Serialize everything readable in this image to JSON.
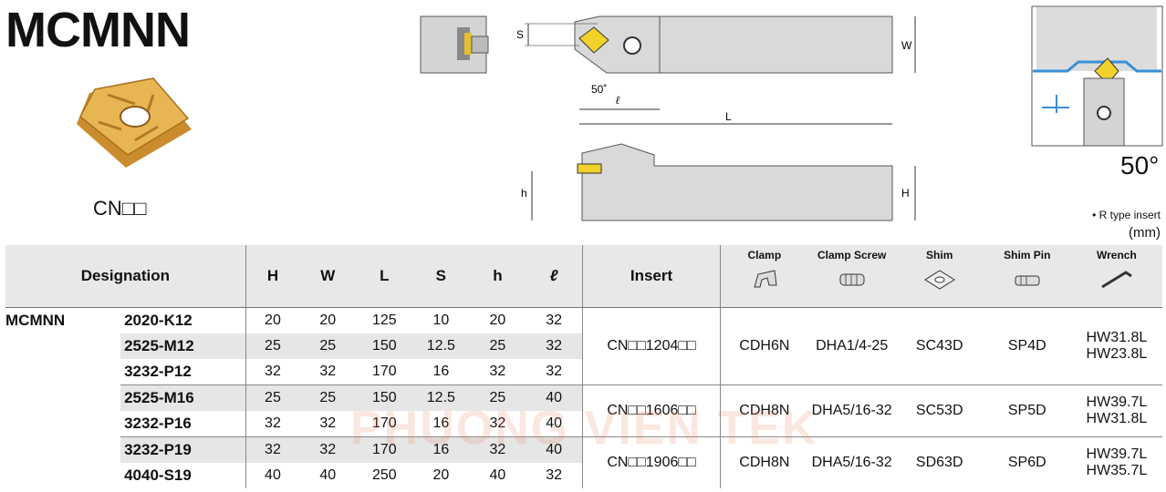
{
  "title": "MCMNN",
  "insert_label": "CN□□",
  "drawing": {
    "s": "S",
    "w": "W",
    "angle": "50˚",
    "l_small": "ℓ",
    "l_big": "L",
    "h_small": "h",
    "h_big": "H"
  },
  "angle_label": "50°",
  "note": "• R type insert",
  "unit": "(mm)",
  "watermark": "PHUONG VIEN TEK",
  "headers": {
    "designation": "Designation",
    "H": "H",
    "W": "W",
    "L": "L",
    "S": "S",
    "h": "h",
    "l": "ℓ",
    "insert": "Insert",
    "clamp": "Clamp",
    "clamp_screw": "Clamp Screw",
    "shim": "Shim",
    "shim_pin": "Shim Pin",
    "wrench": "Wrench"
  },
  "series": "MCMNN",
  "rows": [
    {
      "model": "2020-K12",
      "H": "20",
      "W": "20",
      "L": "125",
      "S": "10",
      "h": "20",
      "l": "32"
    },
    {
      "model": "2525-M12",
      "H": "25",
      "W": "25",
      "L": "150",
      "S": "12.5",
      "h": "25",
      "l": "32"
    },
    {
      "model": "3232-P12",
      "H": "32",
      "W": "32",
      "L": "170",
      "S": "16",
      "h": "32",
      "l": "32"
    },
    {
      "model": "2525-M16",
      "H": "25",
      "W": "25",
      "L": "150",
      "S": "12.5",
      "h": "25",
      "l": "40"
    },
    {
      "model": "3232-P16",
      "H": "32",
      "W": "32",
      "L": "170",
      "S": "16",
      "h": "32",
      "l": "40"
    },
    {
      "model": "3232-P19",
      "H": "32",
      "W": "32",
      "L": "170",
      "S": "16",
      "h": "32",
      "l": "40"
    },
    {
      "model": "4040-S19",
      "H": "40",
      "W": "40",
      "L": "250",
      "S": "20",
      "h": "40",
      "l": "32"
    }
  ],
  "groups": [
    {
      "insert": "CN□□1204□□",
      "clamp": "CDH6N",
      "screw": "DHA1/4-25",
      "shim": "SC43D",
      "pin": "SP4D",
      "wrench1": "HW31.8L",
      "wrench2": "HW23.8L"
    },
    {
      "insert": "CN□□1606□□",
      "clamp": "CDH8N",
      "screw": "DHA5/16-32",
      "shim": "SC53D",
      "pin": "SP5D",
      "wrench1": "HW39.7L",
      "wrench2": "HW31.8L"
    },
    {
      "insert": "CN□□1906□□",
      "clamp": "CDH8N",
      "screw": "DHA5/16-32",
      "shim": "SD63D",
      "pin": "SP6D",
      "wrench1": "HW39.7L",
      "wrench2": "HW35.7L"
    }
  ],
  "colors": {
    "insert_gold": "#d9a441",
    "header_bg": "#e8e8e8",
    "row_shade": "#e6e6e6",
    "tool_gray": "#d4d4d4",
    "accent_blue": "#3a8fd8"
  }
}
